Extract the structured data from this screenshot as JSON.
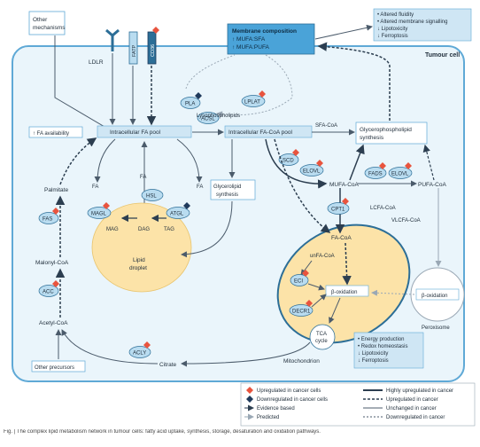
{
  "cell_label": "Tumour cell",
  "other_mechanisms": [
    "Other",
    "mechanisms"
  ],
  "transporters": {
    "ldlr": "LDLR",
    "fatp": "FATP",
    "cd36": "CD36"
  },
  "membrane_box": {
    "title": "Membrane composition",
    "line1": "↑ MUFA:SFA",
    "line2": "↑ MUFA:PUFA"
  },
  "effects_box": {
    "line1": "• Altered fluidity",
    "line2": "• Altered membrane signalling",
    "line3": "↓ Lipotoxicity",
    "line4": "↓ Ferroptosis"
  },
  "fa_availability": "↑ FA availability",
  "intracellular_fa_pool": "Intracellular FA pool",
  "acsl": "ACSL",
  "fa_coa_pool": "Intracellular FA-CoA pool",
  "sfa_coa": "SFA-CoA",
  "glycerophospholipid": [
    "Glycerophospholipid",
    "synthesis"
  ],
  "pla": "PLA",
  "lplat": "LPLAT",
  "lysophospholipids": "Lysophospholipids",
  "fa": "FA",
  "hsl": "HSL",
  "magl": "MAGL",
  "atgl": "ATGL",
  "mag": "MAG",
  "dag": "DAG",
  "tag": "TAG",
  "lipid_droplet": [
    "Lipid",
    "droplet"
  ],
  "glycerolipid": [
    "Glycerolipid",
    "synthesis"
  ],
  "scd": "SCD",
  "elovl": "ELOVL",
  "fads": "FADS",
  "mufa_coa": "MUFA-CoA",
  "pufa_coa": "PUFA-CoA",
  "lcfa_coa": "LCFA-CoA",
  "vlcfa_coa": "VLCFA-CoA",
  "cpt1": "CPT1",
  "fa_coa": "FA-CoA",
  "unfa_coa": "unFA-CoA",
  "eci": "ECI",
  "decr1": "DECR1",
  "beta_oxidation": "β-oxidation",
  "tca": [
    "TCA",
    "cycle"
  ],
  "mitochondrion": "Mitochondrion",
  "peroxisome": "Peroxisome",
  "palmitate": "Palmitate",
  "fas": "FAS",
  "malonyl_coa": "Malonyl-CoA",
  "acc": "ACC",
  "acetyl_coa": "Acetyl-CoA",
  "acly": "ACLY",
  "citrate": "Citrate",
  "other_precursors": "Other precursors",
  "energy_box": {
    "line1": "• Energy production",
    "line2": "• Redox homeostasis",
    "line3": "↓ Lipotoxicity",
    "line4": "↓ Ferroptosis"
  },
  "legend": {
    "up": "Upregulated in cancer cells",
    "down": "Downregulated in cancer cells",
    "evidence": "Evidence based",
    "predicted": "Predicted",
    "highly": "Highly upregulated in cancer",
    "upregulated": "Upregulated in cancer",
    "unchanged": "Unchanged in cancer",
    "downregulated": "Downregulated in cancer"
  },
  "caption": "Fig. | The complex lipid metabolism network in tumour cells: fatty acid uptake, synthesis, storage, desaturation and oxidation pathways.",
  "colors": {
    "cell_fill": "#eaf5fb",
    "cell_stroke": "#5fa9d6",
    "enzyme_fill": "#b9dcf0",
    "enzyme_stroke": "#2c6e97",
    "up_marker": "#e8543e",
    "down_marker": "#1f3a5c",
    "droplet_fill": "#fce3a8",
    "box_fill": "#cfe6f4",
    "membrane_fill": "#4aa3d8"
  }
}
